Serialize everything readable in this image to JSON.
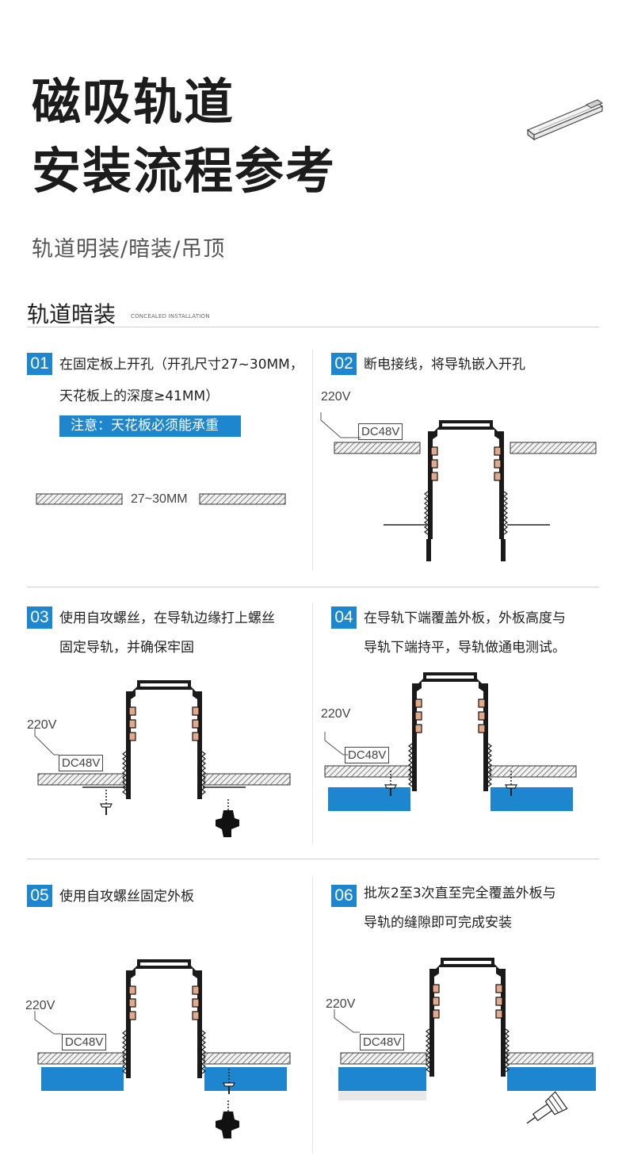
{
  "header": {
    "title_line1": "磁吸轨道",
    "title_line2": "安装流程参考",
    "subtitle": "轨道明装/暗装/吊顶"
  },
  "section": {
    "title": "轨道暗装",
    "title_en": "CONCEALED INSTALLATION"
  },
  "labels": {
    "v220": "220V",
    "dc48": "DC48V",
    "hole_size": "27~30MM"
  },
  "steps": [
    {
      "num": "01",
      "line1": "在固定板上开孔（开孔尺寸27~30MM，",
      "line2": "天花板上的深度≥41MM）",
      "note": "注意：天花板必须能承重"
    },
    {
      "num": "02",
      "line1": "断电接线，将导轨嵌入开孔",
      "line2": ""
    },
    {
      "num": "03",
      "line1": "使用自攻螺丝，在导轨边缘打上螺丝",
      "line2": "固定导轨，并确保牢固"
    },
    {
      "num": "04",
      "line1": "在导轨下端覆盖外板，外板高度与",
      "line2": "导轨下端持平，导轨做通电测试。"
    },
    {
      "num": "05",
      "line1": "使用自攻螺丝固定外板",
      "line2": ""
    },
    {
      "num": "06",
      "line1": "批灰2至3次直至完全覆盖外板与",
      "line2": "导轨的缝隙即可完成安装"
    }
  ],
  "colors": {
    "accent": "#1e86cf",
    "panel": "#1e86cf",
    "rail": "#1a1a1a",
    "copper": "#e4a98c"
  }
}
